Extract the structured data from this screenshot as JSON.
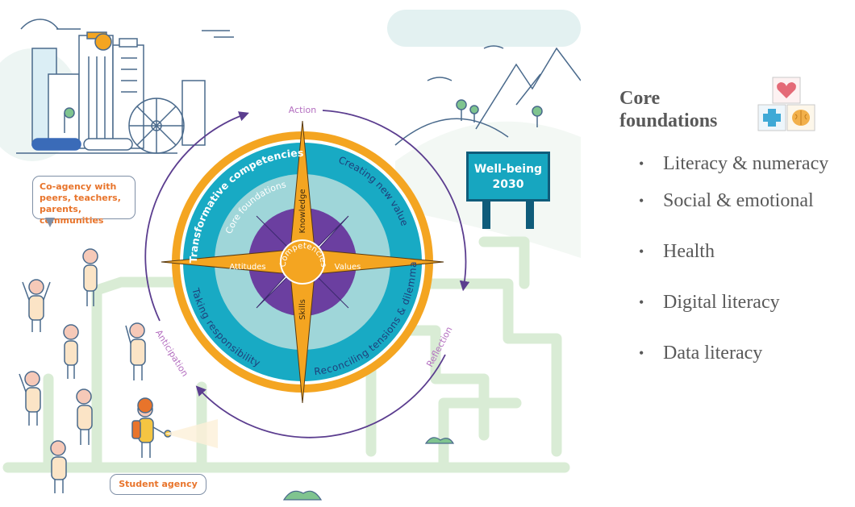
{
  "diagram": {
    "cardinal_labels": {
      "knowledge": "Knowledge",
      "values": "Values",
      "skills": "Skills",
      "attitudes": "Attitudes"
    },
    "center_label": "Competencies",
    "outer_ring": {
      "top_left": "Transformative competencies",
      "top_right": "Creating new value",
      "bottom_right": "Reconciling tensions & dilemmas",
      "bottom_left": "Taking responsibility"
    },
    "inner_ring": "Core foundations",
    "cycle": {
      "top": "Action",
      "right": "Reflection",
      "left": "Anticipation"
    },
    "goal_sign": "Well-being 2030",
    "coagency_callout": "Co-agency with peers, teachers, parents, communities",
    "student_agency_callout": "Student agency",
    "colors": {
      "compass_orange": "#f4a521",
      "teal_ring": "#18aac4",
      "light_teal": "#9fd6d9",
      "purple_core": "#6b3fa0",
      "arrow_purple": "#5b3d8f",
      "path_green": "#d9ecd5",
      "callout_orange": "#e8742b"
    }
  },
  "panel": {
    "title": "Core\nfoundations",
    "icons": [
      "heart-icon",
      "medical-cross-icon",
      "brain-icon"
    ],
    "bullets": [
      "Literacy & numeracy",
      "Social & emotional",
      "Health",
      "Digital literacy",
      "Data literacy"
    ]
  }
}
